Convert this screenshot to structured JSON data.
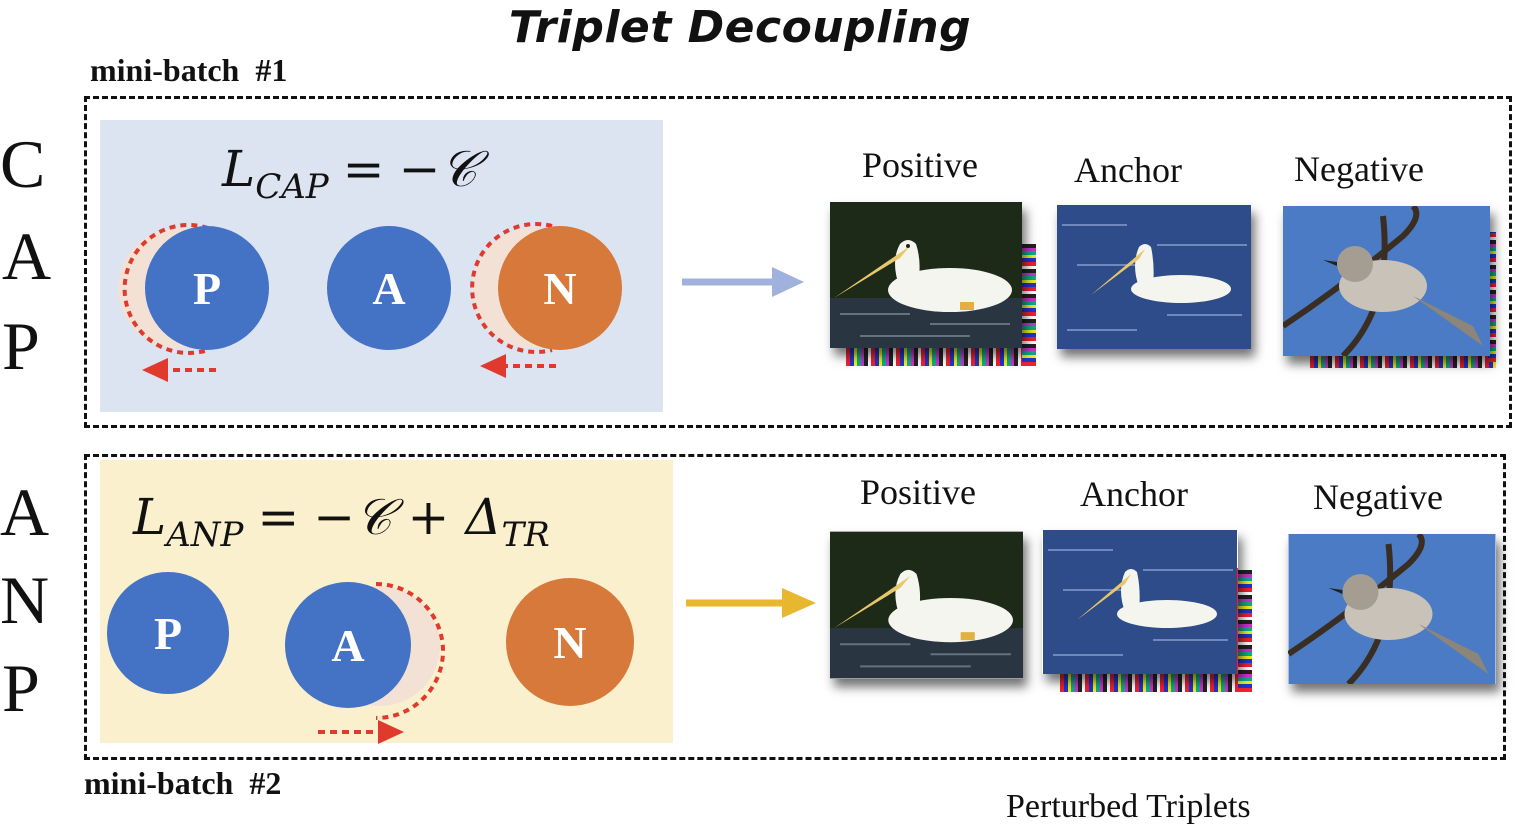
{
  "title": "Triplet Decoupling",
  "minibatch1": "mini-batch  #1",
  "minibatch2": "mini-batch  #2",
  "cap_letters": [
    "C",
    "A",
    "P"
  ],
  "anp_letters": [
    "A",
    "N",
    "P"
  ],
  "cap_formula": {
    "lhs": "L",
    "sub": "CAP",
    "eq": "=",
    "rhs": "−𝒞"
  },
  "anp_formula": {
    "lhs": "L",
    "sub": "ANP",
    "eq": "=",
    "rhs": "−𝒞 + Δ",
    "rhs_sub": "TR"
  },
  "circle_labels": {
    "p": "P",
    "a": "A",
    "n": "N"
  },
  "image_labels": {
    "positive": "Positive",
    "anchor": "Anchor",
    "negative": "Negative"
  },
  "footer": "Perturbed Triplets",
  "colors": {
    "blue_box": "#dce3f1",
    "yellow_box": "#fbf0cd",
    "circle_blue": "#4472c4",
    "circle_orange": "#d6793a",
    "arrow_blue": "#9fb1dc",
    "arrow_yellow": "#e8b730",
    "arrow_red": "#e03a2e"
  }
}
